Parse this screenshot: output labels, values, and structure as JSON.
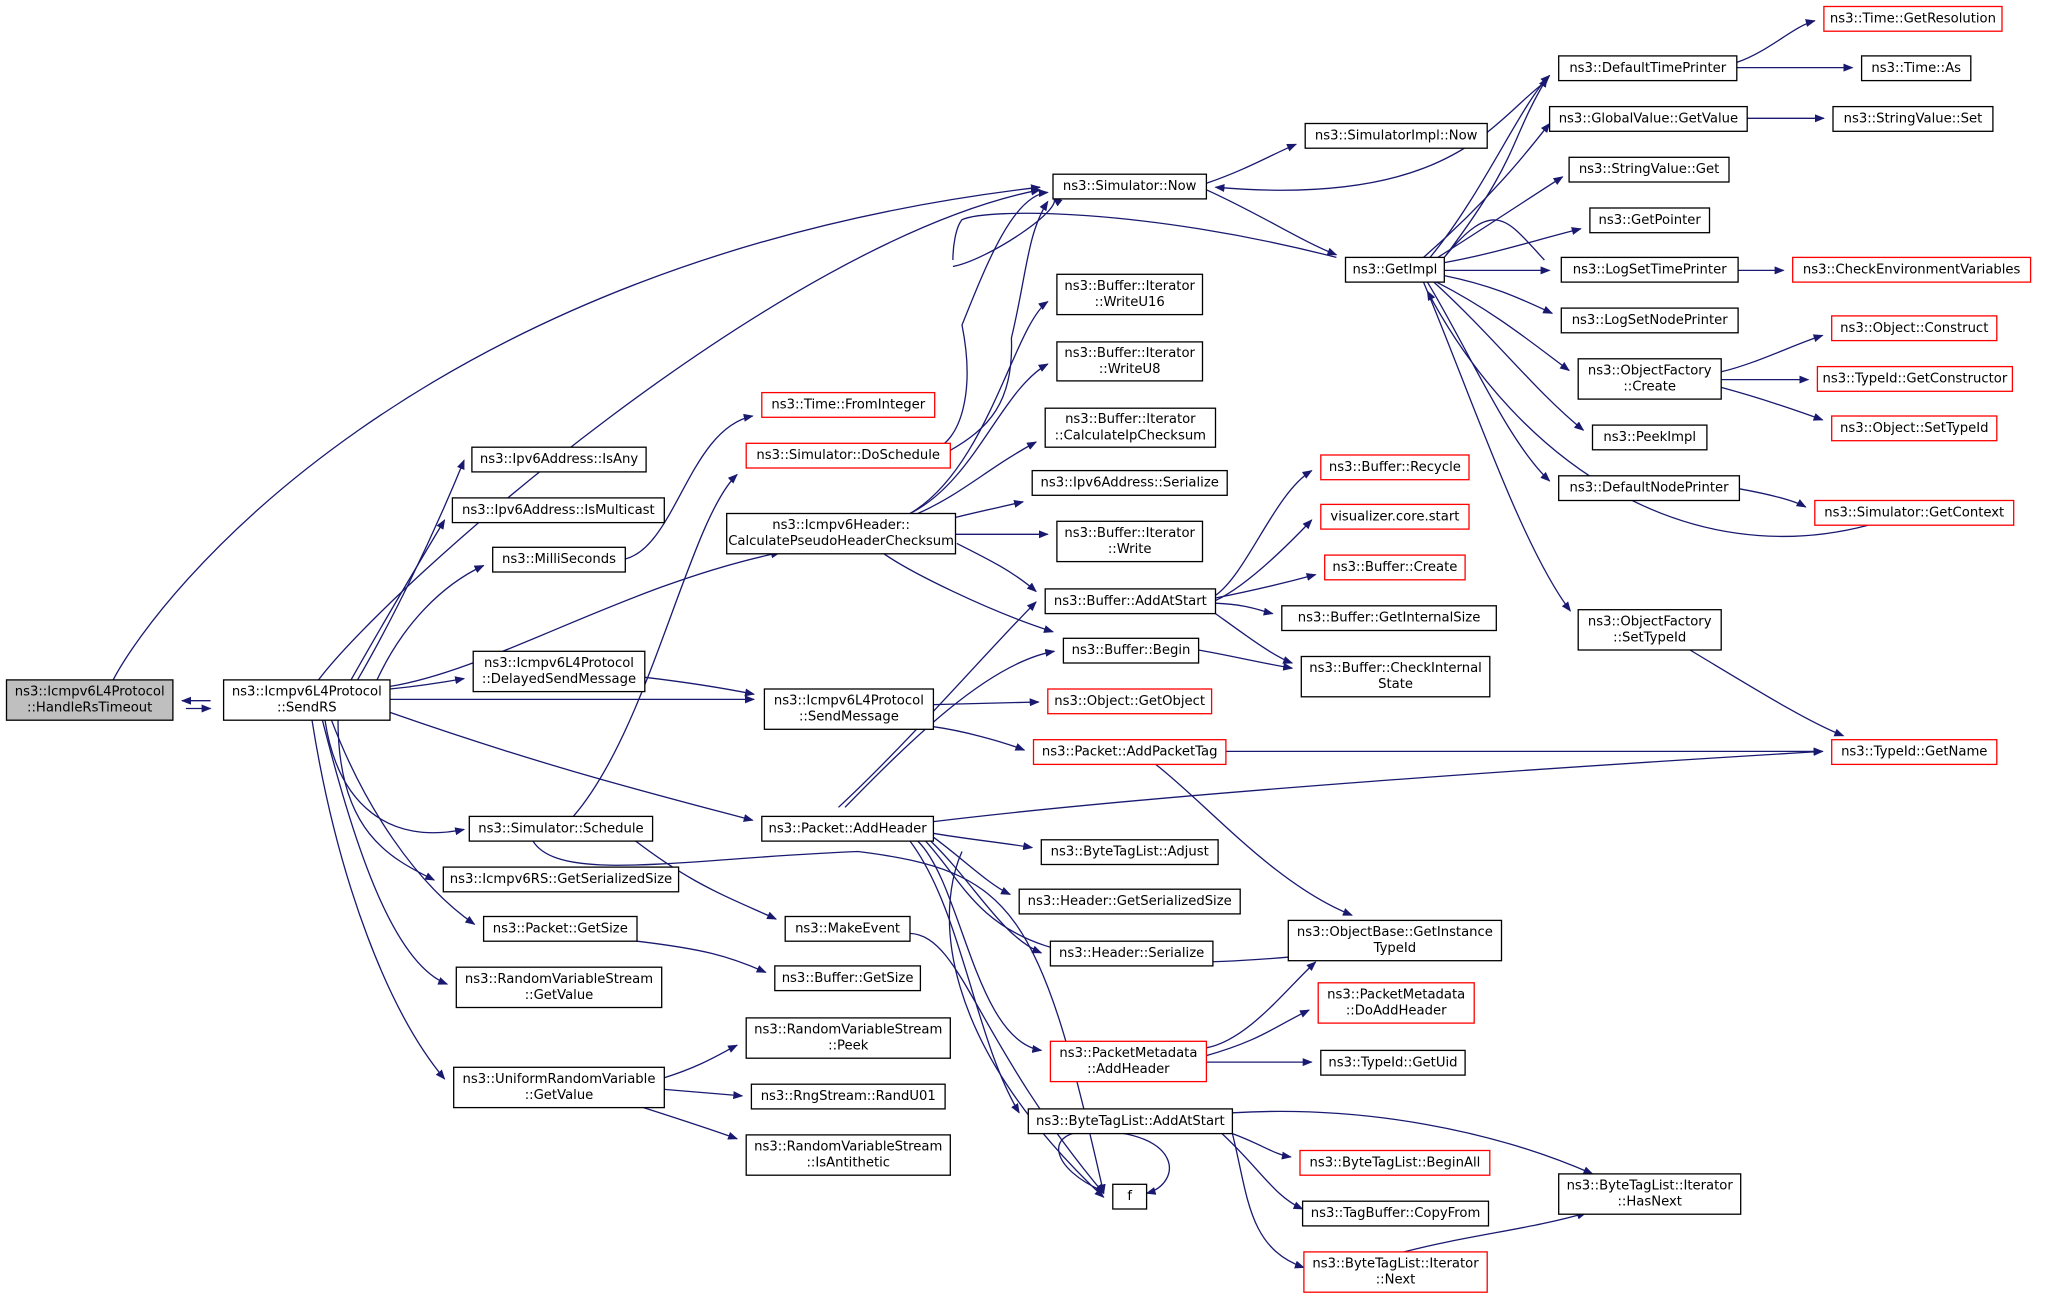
{
  "diagram": {
    "type": "doxygen-call-graph",
    "colors": {
      "edge": "#191970",
      "root_fill": "#bfbfbf",
      "node_fill": "#ffffff",
      "border_normal": "#000000",
      "border_truncated": "#ff0000"
    },
    "nodes": [
      {
        "id": "handleRsTimeout",
        "lines": [
          "ns3::Icmpv6L4Protocol",
          "::HandleRsTimeout"
        ],
        "style": "root"
      },
      {
        "id": "sendRS",
        "lines": [
          "ns3::Icmpv6L4Protocol",
          "::SendRS"
        ],
        "style": "normal"
      },
      {
        "id": "simNow",
        "lines": [
          "ns3::Simulator::Now"
        ],
        "style": "normal"
      },
      {
        "id": "simImplNow",
        "lines": [
          "ns3::SimulatorImpl::Now"
        ],
        "style": "normal"
      },
      {
        "id": "getImpl",
        "lines": [
          "ns3::GetImpl"
        ],
        "style": "normal"
      },
      {
        "id": "defaultTimePrinter",
        "lines": [
          "ns3::DefaultTimePrinter"
        ],
        "style": "normal"
      },
      {
        "id": "timeGetResolution",
        "lines": [
          "ns3::Time::GetResolution"
        ],
        "style": "truncated"
      },
      {
        "id": "timeAs",
        "lines": [
          "ns3::Time::As"
        ],
        "style": "normal"
      },
      {
        "id": "globalValueGetValue",
        "lines": [
          "ns3::GlobalValue::GetValue"
        ],
        "style": "normal"
      },
      {
        "id": "stringValueSet",
        "lines": [
          "ns3::StringValue::Set"
        ],
        "style": "normal"
      },
      {
        "id": "stringValueGet",
        "lines": [
          "ns3::StringValue::Get"
        ],
        "style": "normal"
      },
      {
        "id": "getPointer",
        "lines": [
          "ns3::GetPointer"
        ],
        "style": "normal"
      },
      {
        "id": "logSetTimePrinter",
        "lines": [
          "ns3::LogSetTimePrinter"
        ],
        "style": "normal"
      },
      {
        "id": "checkEnvVars",
        "lines": [
          "ns3::CheckEnvironmentVariables"
        ],
        "style": "truncated"
      },
      {
        "id": "logSetNodePrinter",
        "lines": [
          "ns3::LogSetNodePrinter"
        ],
        "style": "normal"
      },
      {
        "id": "objectFactoryCreate",
        "lines": [
          "ns3::ObjectFactory",
          "::Create"
        ],
        "style": "normal"
      },
      {
        "id": "objectConstruct",
        "lines": [
          "ns3::Object::Construct"
        ],
        "style": "truncated"
      },
      {
        "id": "typeIdGetConstructor",
        "lines": [
          "ns3::TypeId::GetConstructor"
        ],
        "style": "truncated"
      },
      {
        "id": "objectSetTypeId",
        "lines": [
          "ns3::Object::SetTypeId"
        ],
        "style": "truncated"
      },
      {
        "id": "peekImpl",
        "lines": [
          "ns3::PeekImpl"
        ],
        "style": "normal"
      },
      {
        "id": "defaultNodePrinter",
        "lines": [
          "ns3::DefaultNodePrinter"
        ],
        "style": "normal"
      },
      {
        "id": "simGetContext",
        "lines": [
          "ns3::Simulator::GetContext"
        ],
        "style": "truncated"
      },
      {
        "id": "objectFactorySetTypeId",
        "lines": [
          "ns3::ObjectFactory",
          "::SetTypeId"
        ],
        "style": "normal"
      },
      {
        "id": "typeIdGetName",
        "lines": [
          "ns3::TypeId::GetName"
        ],
        "style": "truncated"
      },
      {
        "id": "timeFromInteger",
        "lines": [
          "ns3::Time::FromInteger"
        ],
        "style": "truncated"
      },
      {
        "id": "simDoSchedule",
        "lines": [
          "ns3::Simulator::DoSchedule"
        ],
        "style": "truncated"
      },
      {
        "id": "bufIterWriteU16",
        "lines": [
          "ns3::Buffer::Iterator",
          "::WriteU16"
        ],
        "style": "normal"
      },
      {
        "id": "bufIterWriteU8",
        "lines": [
          "ns3::Buffer::Iterator",
          "::WriteU8"
        ],
        "style": "normal"
      },
      {
        "id": "bufIterCalcChecksum",
        "lines": [
          "ns3::Buffer::Iterator",
          "::CalculateIpChecksum"
        ],
        "style": "normal"
      },
      {
        "id": "ipv6AddrSerialize",
        "lines": [
          "ns3::Ipv6Address::Serialize"
        ],
        "style": "normal"
      },
      {
        "id": "bufIterWrite",
        "lines": [
          "ns3::Buffer::Iterator",
          "::Write"
        ],
        "style": "normal"
      },
      {
        "id": "ipv6AddrIsAny",
        "lines": [
          "ns3::Ipv6Address::IsAny"
        ],
        "style": "normal"
      },
      {
        "id": "ipv6AddrIsMulticast",
        "lines": [
          "ns3::Ipv6Address::IsMulticast"
        ],
        "style": "normal"
      },
      {
        "id": "milliSeconds",
        "lines": [
          "ns3::MilliSeconds"
        ],
        "style": "normal"
      },
      {
        "id": "icmpv6CalcPseudo",
        "lines": [
          "ns3::Icmpv6Header::",
          "CalculatePseudoHeaderChecksum"
        ],
        "style": "normal"
      },
      {
        "id": "bufferRecycle",
        "lines": [
          "ns3::Buffer::Recycle"
        ],
        "style": "truncated"
      },
      {
        "id": "visualizerStart",
        "lines": [
          "visualizer.core.start"
        ],
        "style": "truncated"
      },
      {
        "id": "bufferCreate",
        "lines": [
          "ns3::Buffer::Create"
        ],
        "style": "truncated"
      },
      {
        "id": "bufferAddAtStart",
        "lines": [
          "ns3::Buffer::AddAtStart"
        ],
        "style": "normal"
      },
      {
        "id": "bufferGetInternalSize",
        "lines": [
          "ns3::Buffer::GetInternalSize"
        ],
        "style": "normal"
      },
      {
        "id": "bufferBegin",
        "lines": [
          "ns3::Buffer::Begin"
        ],
        "style": "normal"
      },
      {
        "id": "bufferCheckInternal",
        "lines": [
          "ns3::Buffer::CheckInternal",
          "State"
        ],
        "style": "normal"
      },
      {
        "id": "delayedSendMessage",
        "lines": [
          "ns3::Icmpv6L4Protocol",
          "::DelayedSendMessage"
        ],
        "style": "normal"
      },
      {
        "id": "sendMessage",
        "lines": [
          "ns3::Icmpv6L4Protocol",
          "::SendMessage"
        ],
        "style": "normal"
      },
      {
        "id": "objectGetObject",
        "lines": [
          "ns3::Object::GetObject"
        ],
        "style": "truncated"
      },
      {
        "id": "packetAddPacketTag",
        "lines": [
          "ns3::Packet::AddPacketTag"
        ],
        "style": "truncated"
      },
      {
        "id": "simSchedule",
        "lines": [
          "ns3::Simulator::Schedule"
        ],
        "style": "normal"
      },
      {
        "id": "packetAddHeader",
        "lines": [
          "ns3::Packet::AddHeader"
        ],
        "style": "normal"
      },
      {
        "id": "byteTagListAdjust",
        "lines": [
          "ns3::ByteTagList::Adjust"
        ],
        "style": "normal"
      },
      {
        "id": "icmpv6RSGetSize",
        "lines": [
          "ns3::Icmpv6RS::GetSerializedSize"
        ],
        "style": "normal"
      },
      {
        "id": "headerGetSize",
        "lines": [
          "ns3::Header::GetSerializedSize"
        ],
        "style": "normal"
      },
      {
        "id": "objectBaseGetInstance",
        "lines": [
          "ns3::ObjectBase::GetInstance",
          "TypeId"
        ],
        "style": "normal"
      },
      {
        "id": "packetGetSize",
        "lines": [
          "ns3::Packet::GetSize"
        ],
        "style": "normal"
      },
      {
        "id": "makeEvent",
        "lines": [
          "ns3::MakeEvent"
        ],
        "style": "normal"
      },
      {
        "id": "headerSerialize",
        "lines": [
          "ns3::Header::Serialize"
        ],
        "style": "normal"
      },
      {
        "id": "bufferGetSize",
        "lines": [
          "ns3::Buffer::GetSize"
        ],
        "style": "normal"
      },
      {
        "id": "rvsGetValue",
        "lines": [
          "ns3::RandomVariableStream",
          "::GetValue"
        ],
        "style": "normal"
      },
      {
        "id": "pmDoAddHeader",
        "lines": [
          "ns3::PacketMetadata",
          "::DoAddHeader"
        ],
        "style": "truncated"
      },
      {
        "id": "pmAddHeader",
        "lines": [
          "ns3::PacketMetadata",
          "::AddHeader"
        ],
        "style": "truncated"
      },
      {
        "id": "typeIdGetUid",
        "lines": [
          "ns3::TypeId::GetUid"
        ],
        "style": "normal"
      },
      {
        "id": "rvsPeek",
        "lines": [
          "ns3::RandomVariableStream",
          "::Peek"
        ],
        "style": "normal"
      },
      {
        "id": "urvGetValue",
        "lines": [
          "ns3::UniformRandomVariable",
          "::GetValue"
        ],
        "style": "normal"
      },
      {
        "id": "rngRandU01",
        "lines": [
          "ns3::RngStream::RandU01"
        ],
        "style": "normal"
      },
      {
        "id": "byteTagListAddAtStart",
        "lines": [
          "ns3::ByteTagList::AddAtStart"
        ],
        "style": "normal"
      },
      {
        "id": "rvsIsAntithetic",
        "lines": [
          "ns3::RandomVariableStream",
          "::IsAntithetic"
        ],
        "style": "normal"
      },
      {
        "id": "byteTagListBeginAll",
        "lines": [
          "ns3::ByteTagList::BeginAll"
        ],
        "style": "truncated"
      },
      {
        "id": "byteTagListIterHasNext",
        "lines": [
          "ns3::ByteTagList::Iterator",
          "::HasNext"
        ],
        "style": "normal"
      },
      {
        "id": "fNode",
        "lines": [
          "f"
        ],
        "style": "normal"
      },
      {
        "id": "tagBufferCopyFrom",
        "lines": [
          "ns3::TagBuffer::CopyFrom"
        ],
        "style": "normal"
      },
      {
        "id": "byteTagListIterNext",
        "lines": [
          "ns3::ByteTagList::Iterator",
          "::Next"
        ],
        "style": "truncated"
      }
    ]
  }
}
